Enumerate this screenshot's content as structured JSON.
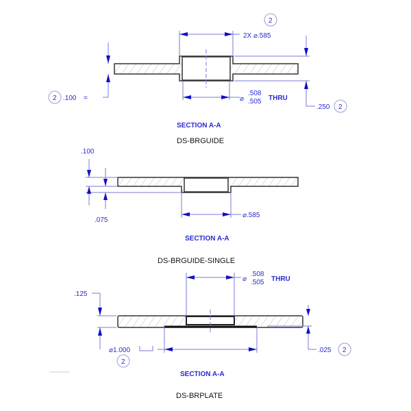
{
  "views": [
    {
      "name": "DS-BRGUIDE",
      "section": "SECTION   A-A",
      "hub_dia": "2X  ⌀.585",
      "hub_note": "2",
      "thickness": ".100",
      "thickness_note": "2",
      "hole_max": ".508",
      "hole_min": ".505",
      "hole_dia_symbol": "⌀",
      "thru": "THRU",
      "hub_height": ".250",
      "hub_height_note": "2"
    },
    {
      "name": "DS-BRGUIDE-SINGLE",
      "section": "SECTION   A-A",
      "thickness": ".100",
      "hub_projection": ".075",
      "hub_dia": "⌀.585"
    },
    {
      "name": "DS-BRPLATE",
      "section": "SECTION   A-A",
      "thickness": ".125",
      "hole_dia_symbol": "⌀",
      "hole_max": ".508",
      "hole_min": ".505",
      "thru": "THRU",
      "recess_dia": "⌀1.000",
      "recess_note": "2",
      "recess_depth": ".025",
      "recess_depth_note": "2"
    }
  ]
}
